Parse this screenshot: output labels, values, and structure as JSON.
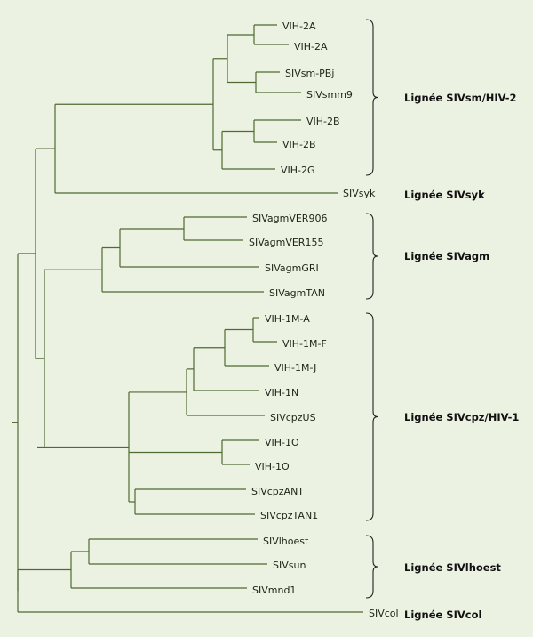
{
  "colors": {
    "background": "#ecf2e2",
    "branch": "#4f6a32",
    "text": "#1c2412",
    "bracket": "#222222"
  },
  "leaves": [
    "VIH-2A",
    "VIH-2A",
    "SIVsm-PBj",
    "SIVsmm9",
    "VIH-2B",
    "VIH-2B",
    "VIH-2G",
    "SIVsyk",
    "SIVagmVER906",
    "SIVagmVER155",
    "SIVagmGRI",
    "SIVagmTAN",
    "VIH-1M-A",
    "VIH-1M-F",
    "VIH-1M-J",
    "VIH-1N",
    "SIVcpzUS",
    "VIH-1O",
    "VIH-1O",
    "SIVcpzANT",
    "SIVcpzTAN1",
    "SIVlhoest",
    "SIVsun",
    "SIVmnd1",
    "SIVcol"
  ],
  "lineages": [
    {
      "label": "Lignée SIVsm/HIV-2"
    },
    {
      "label": "Lignée SIVsyk"
    },
    {
      "label": "Lignée SIVagm"
    },
    {
      "label": "Lignée SIVcpz/HIV-1"
    },
    {
      "label": "Lignée SIVlhoest"
    },
    {
      "label": "Lignée SIVcol"
    }
  ]
}
